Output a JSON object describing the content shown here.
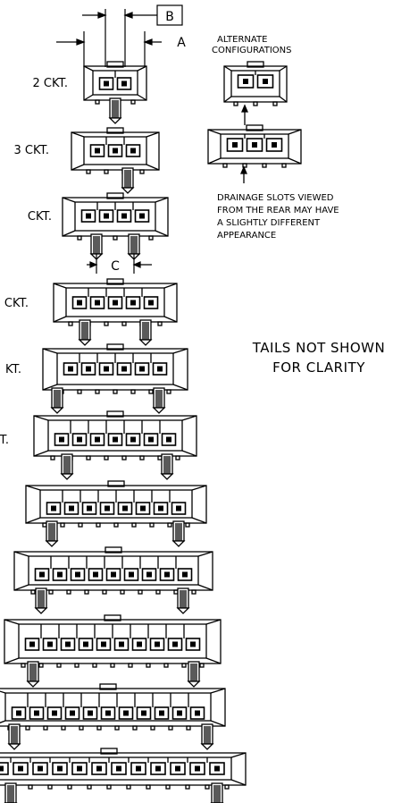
{
  "dimensions": {
    "a": "A",
    "b": "B",
    "c": "C"
  },
  "rows": [
    {
      "label": "2 CKT.",
      "pins": 2
    },
    {
      "label": "3 CKT.",
      "pins": 3
    },
    {
      "label": "CKT.",
      "pins": 4
    },
    {
      "label": "CKT.",
      "pins": 5
    },
    {
      "label": "KT.",
      "pins": 6
    },
    {
      "label": "T.",
      "pins": 7
    },
    {
      "label": "",
      "pins": 8
    },
    {
      "label": "",
      "pins": 9
    },
    {
      "label": "",
      "pins": 10
    },
    {
      "label": "",
      "pins": 11
    },
    {
      "label": "",
      "pins": 12
    }
  ],
  "alternate": {
    "title_line1": "ALTERNATE",
    "title_line2": "CONFIGURATIONS",
    "configs": [
      {
        "pins": 2
      },
      {
        "pins": 3
      }
    ]
  },
  "drainage_note": [
    "DRAINAGE SLOTS VIEWED",
    "FROM THE REAR MAY HAVE",
    "A SLIGHTLY DIFFERENT",
    "APPEARANCE"
  ],
  "tails_note": [
    "TAILS NOT SHOWN",
    "FOR CLARITY"
  ]
}
